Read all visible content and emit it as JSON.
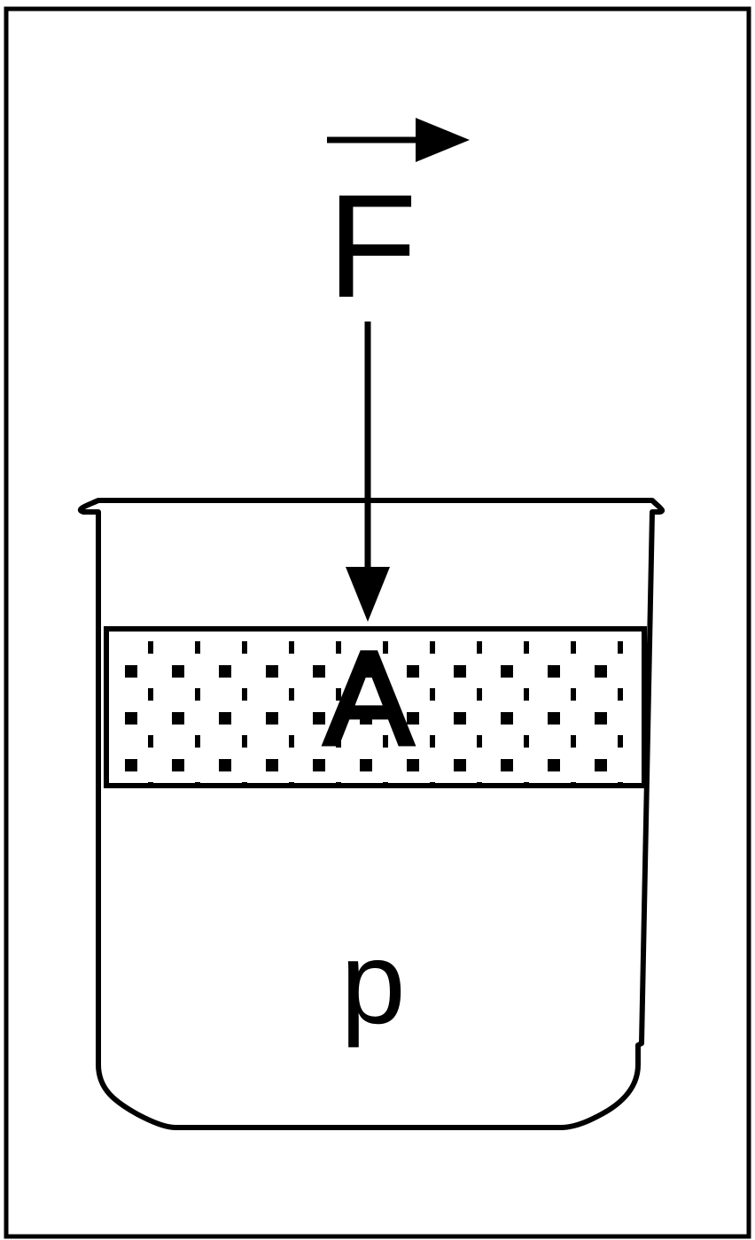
{
  "diagram": {
    "force_label": "F",
    "piston_label": "A",
    "pressure_label": "p",
    "colors": {
      "stroke": "#000000",
      "background": "#ffffff"
    }
  }
}
